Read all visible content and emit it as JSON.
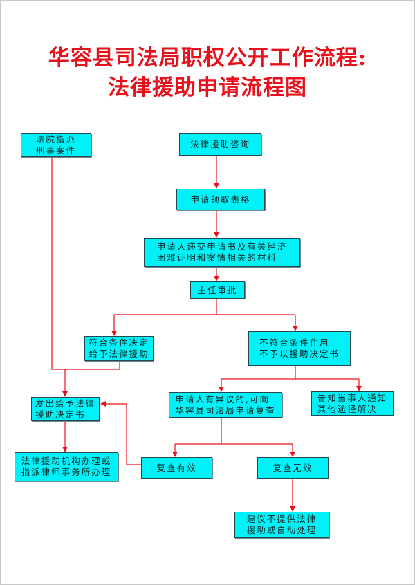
{
  "title": {
    "line1": "华容县司法局职权公开工作流程:",
    "line2": "法律援助申请流程图"
  },
  "boxes": {
    "court": "法院指派\n刑事案件",
    "consult": "法律援助咨询",
    "form": "申请领取表格",
    "submit": "申请人递交申请书及有关经济\n困难证明和案情相关的材料",
    "approve": "主任审批",
    "qualify": "符合条件决定\n给予法律援助",
    "not_qualify": "不符合条件作用\n不予以援助决定书",
    "issue": "发出给予法律\n援助决定书",
    "objection": "申请人有异议的,可向\n华容县司法局申请复查",
    "notify": "告知当事人通知\n其他途径解决",
    "handle": "法律援助机构办理或\n指派律师事务所办理",
    "review_valid": "复查有效",
    "review_invalid": "复查无效",
    "suggest": "建议不提供法律\n援助或自动处理"
  },
  "colors": {
    "box": "#00f2f8",
    "line": "#e8101a",
    "title": "#e8101a"
  }
}
